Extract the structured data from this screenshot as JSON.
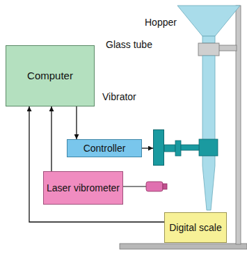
{
  "diagram": {
    "nodes": [
      {
        "text": [
          "Computer"
        ]
      },
      {
        "text": [
          "Vibrator"
        ]
      },
      {
        "text": [
          "Controller"
        ]
      },
      {
        "text": [
          "Laser vibrometer"
        ]
      },
      {
        "text": [
          "Digital scale"
        ]
      }
    ],
    "edges": [
      {
        "from": 0,
        "to": 2,
        "arrow": "to"
      },
      {
        "from": 2,
        "to": 1,
        "arrow": "to"
      },
      {
        "from": 3,
        "to": 0,
        "arrow": "to"
      },
      {
        "from": 4,
        "to": 0,
        "arrow": "to"
      }
    ],
    "labels": [
      "Hopper",
      "Glass tube"
    ]
  }
}
